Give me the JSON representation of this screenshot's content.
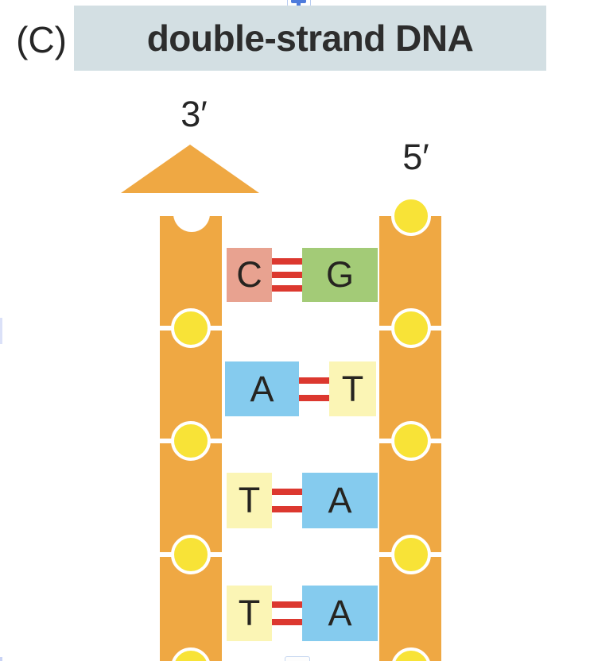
{
  "figure": {
    "panel_label": "(C)",
    "title": "double-strand DNA",
    "title_bg": "#d3dfe3"
  },
  "dna": {
    "left_strand_label": "3′",
    "right_strand_label": "5′",
    "colors": {
      "strand": "#efa843",
      "phosphate": "#f8e337",
      "hydrogen_bond": "#dc382f",
      "base_A": "#85cbee",
      "base_T": "#fbf5b5",
      "base_G": "#a3cb77",
      "base_C": "#e8a290"
    },
    "pairs": [
      {
        "left": "C",
        "right": "G",
        "hydrogen_bonds": 3
      },
      {
        "left": "A",
        "right": "T",
        "hydrogen_bonds": 2
      },
      {
        "left": "T",
        "right": "A",
        "hydrogen_bonds": 2
      },
      {
        "left": "T",
        "right": "A",
        "hydrogen_bonds": 2
      }
    ]
  },
  "editor": {
    "handle_color": "#4d7bdc"
  }
}
